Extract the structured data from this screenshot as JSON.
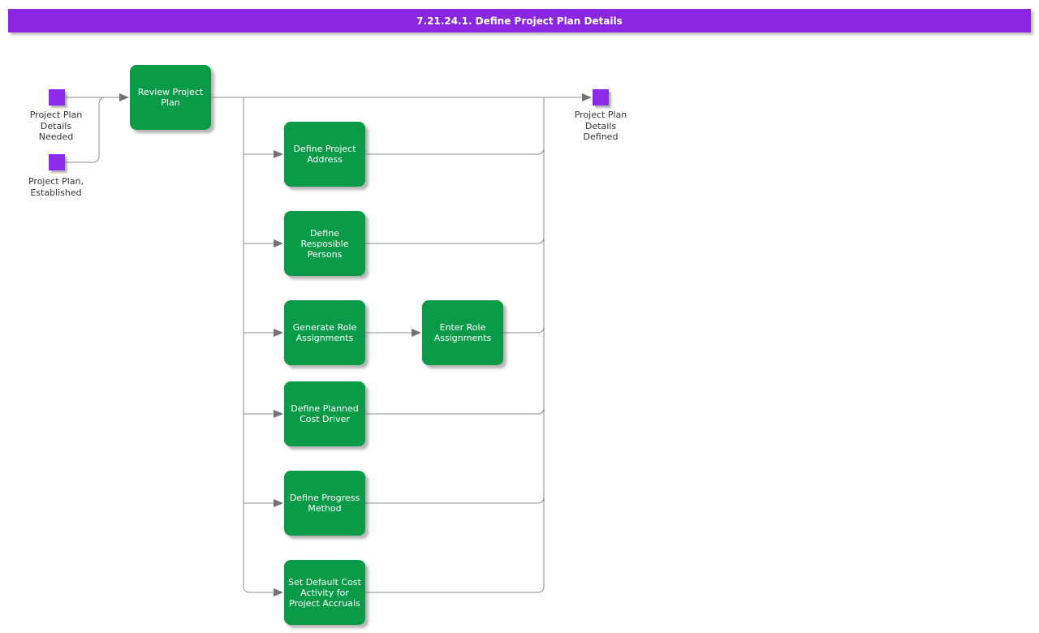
{
  "title": "7.21.24.1. Define Project Plan Details",
  "colors": {
    "title_bar": "#8a26e2",
    "event_square": "#8b2be8",
    "activity_box": "#0a9a48",
    "activity_text": "#ffffff",
    "connector_line": "#8c8c8c",
    "arrowhead": "#737373",
    "label_text": "#333333"
  },
  "events": [
    {
      "id": "project-plan-details-needed",
      "label": "Project Plan\nDetails\nNeeded"
    },
    {
      "id": "project-plan-established",
      "label": "Project Plan,\nEstablished"
    },
    {
      "id": "project-plan-details-defined",
      "label": "Project Plan\nDetails\nDefined"
    }
  ],
  "activities": [
    {
      "id": "review-project-plan",
      "label": "Review Project\nPlan"
    },
    {
      "id": "define-project-address",
      "label": "Define Project\nAddress"
    },
    {
      "id": "define-resposible-persons",
      "label": "Define\nResposible\nPersons"
    },
    {
      "id": "generate-role-assignments",
      "label": "Generate Role\nAssignments"
    },
    {
      "id": "enter-role-assignments",
      "label": "Enter Role\nAssignments"
    },
    {
      "id": "define-planned-cost-driver",
      "label": "Define Planned\nCost Driver"
    },
    {
      "id": "define-progress-method",
      "label": "Define Progress\nMethod"
    },
    {
      "id": "set-default-cost-activity",
      "label": "Set Default Cost\nActivity for\nProject Accruals"
    }
  ]
}
